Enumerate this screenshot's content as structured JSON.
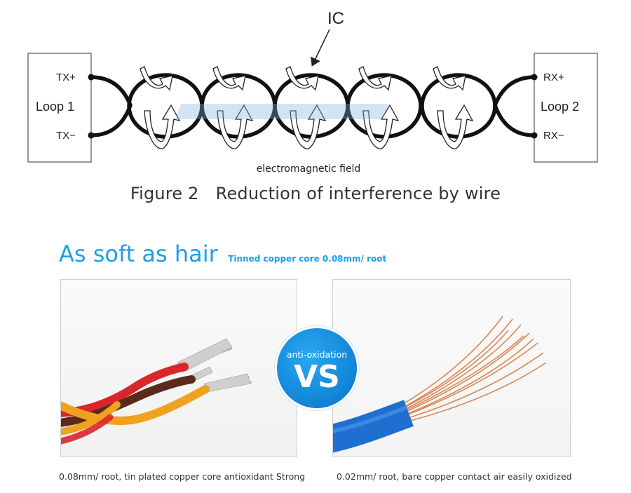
{
  "diagram": {
    "ic_label": "IC",
    "loop1": {
      "label": "Loop 1",
      "pin_top": "TX+",
      "pin_bottom": "TX−"
    },
    "loop2": {
      "label": "Loop 2",
      "pin_top": "RX+",
      "pin_bottom": "RX−"
    },
    "field_label": "electromagnetic field"
  },
  "figure": {
    "number": "Figure 2",
    "title": "Reduction of interference by wire"
  },
  "feature": {
    "headline": "As soft as hair",
    "subheadline": "Tinned copper core 0.08mm/ root"
  },
  "comparison": {
    "badge_top": "anti-oxidation",
    "badge_main": "VS",
    "left_caption": "0.08mm/ root, tin plated copper core antioxidant Strong",
    "right_caption": "0.02mm/ root, bare copper contact air easily oxidized"
  },
  "colors": {
    "accent_blue": "#1d9fe8",
    "badge_blue": "#1183d6",
    "wire_red": "#d9262a",
    "wire_brown": "#5b2a1c",
    "wire_orange": "#f0a21e",
    "copper": "#d9824c",
    "insulation_blue": "#1f6fd0"
  }
}
